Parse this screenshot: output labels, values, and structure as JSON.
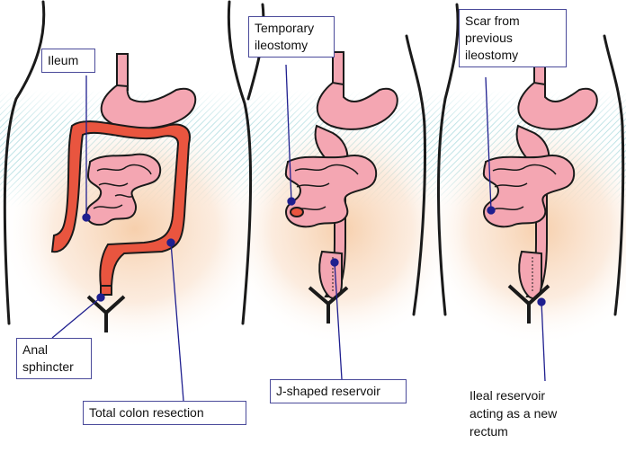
{
  "colors": {
    "organ_pink": "#f4a6b2",
    "organ_outline": "#1a1a1a",
    "colon_red": "#e9553f",
    "pointer_blue": "#1f1f8f",
    "label_border": "#4a4a9a",
    "glow": "#f7d2b0",
    "hatch": "#bfe3e6"
  },
  "panels": [
    {
      "id": "before_surgery"
    },
    {
      "id": "with_temporary_ileostomy"
    },
    {
      "id": "after_reservoir_completion"
    }
  ],
  "labels": {
    "ileum": "Ileum",
    "anal_sphincter_1": "Anal",
    "anal_sphincter_2": "sphincter",
    "total_colon_resection": "Total colon resection",
    "temporary_ileostomy_1": "Temporary",
    "temporary_ileostomy_2": "ileostomy",
    "j_shaped_reservoir": "J-shaped reservoir",
    "scar_1": "Scar from",
    "scar_2": "previous",
    "scar_3": "ileostomy",
    "ileal_reservoir_1": "Ileal reservoir",
    "ileal_reservoir_2": "acting as a new",
    "ileal_reservoir_3": "rectum"
  }
}
